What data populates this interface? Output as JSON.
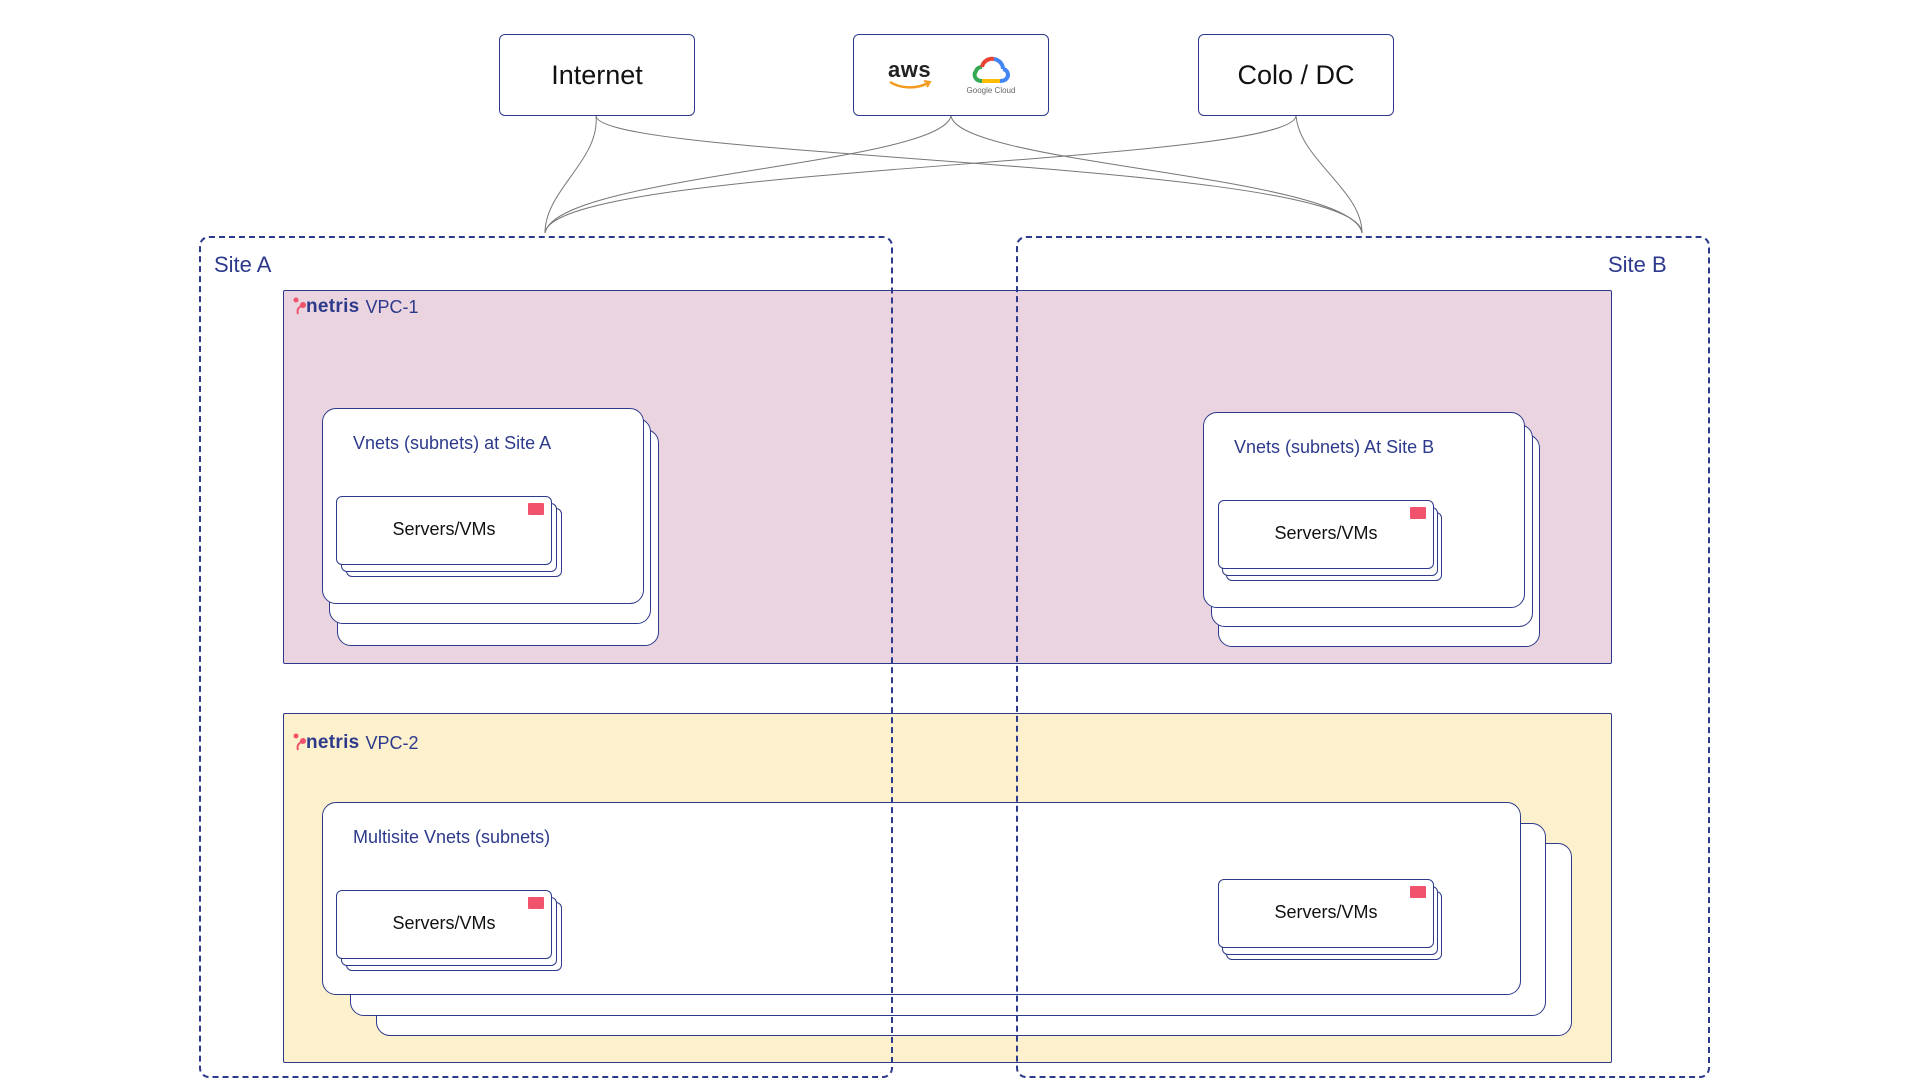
{
  "external": {
    "internet_label": "Internet",
    "cloud_aws_label": "aws",
    "cloud_google_label": "Google Cloud",
    "colo_label": "Colo / DC"
  },
  "sites": {
    "site_a_label": "Site A",
    "site_b_label": "Site B"
  },
  "vpc1": {
    "logo_text": "netris",
    "label": "VPC-1",
    "fill_color": "#e9d4df",
    "site_a_card_title": "Vnets (subnets) at Site A",
    "site_b_card_title": "Vnets (subnets) At Site B",
    "servers_label": "Servers/VMs"
  },
  "vpc2": {
    "logo_text": "netris",
    "label": "VPC-2",
    "fill_color": "#fdf0cc",
    "card_title": "Multisite Vnets (subnets)",
    "servers_label": "Servers/VMs"
  },
  "colors": {
    "outline": "#2d3a8c",
    "accent_flag": "#f0536b",
    "connector": "#777777"
  },
  "icons": [
    "aws-icon",
    "google-cloud-icon",
    "netris-logo-icon",
    "server-flag-icon"
  ]
}
